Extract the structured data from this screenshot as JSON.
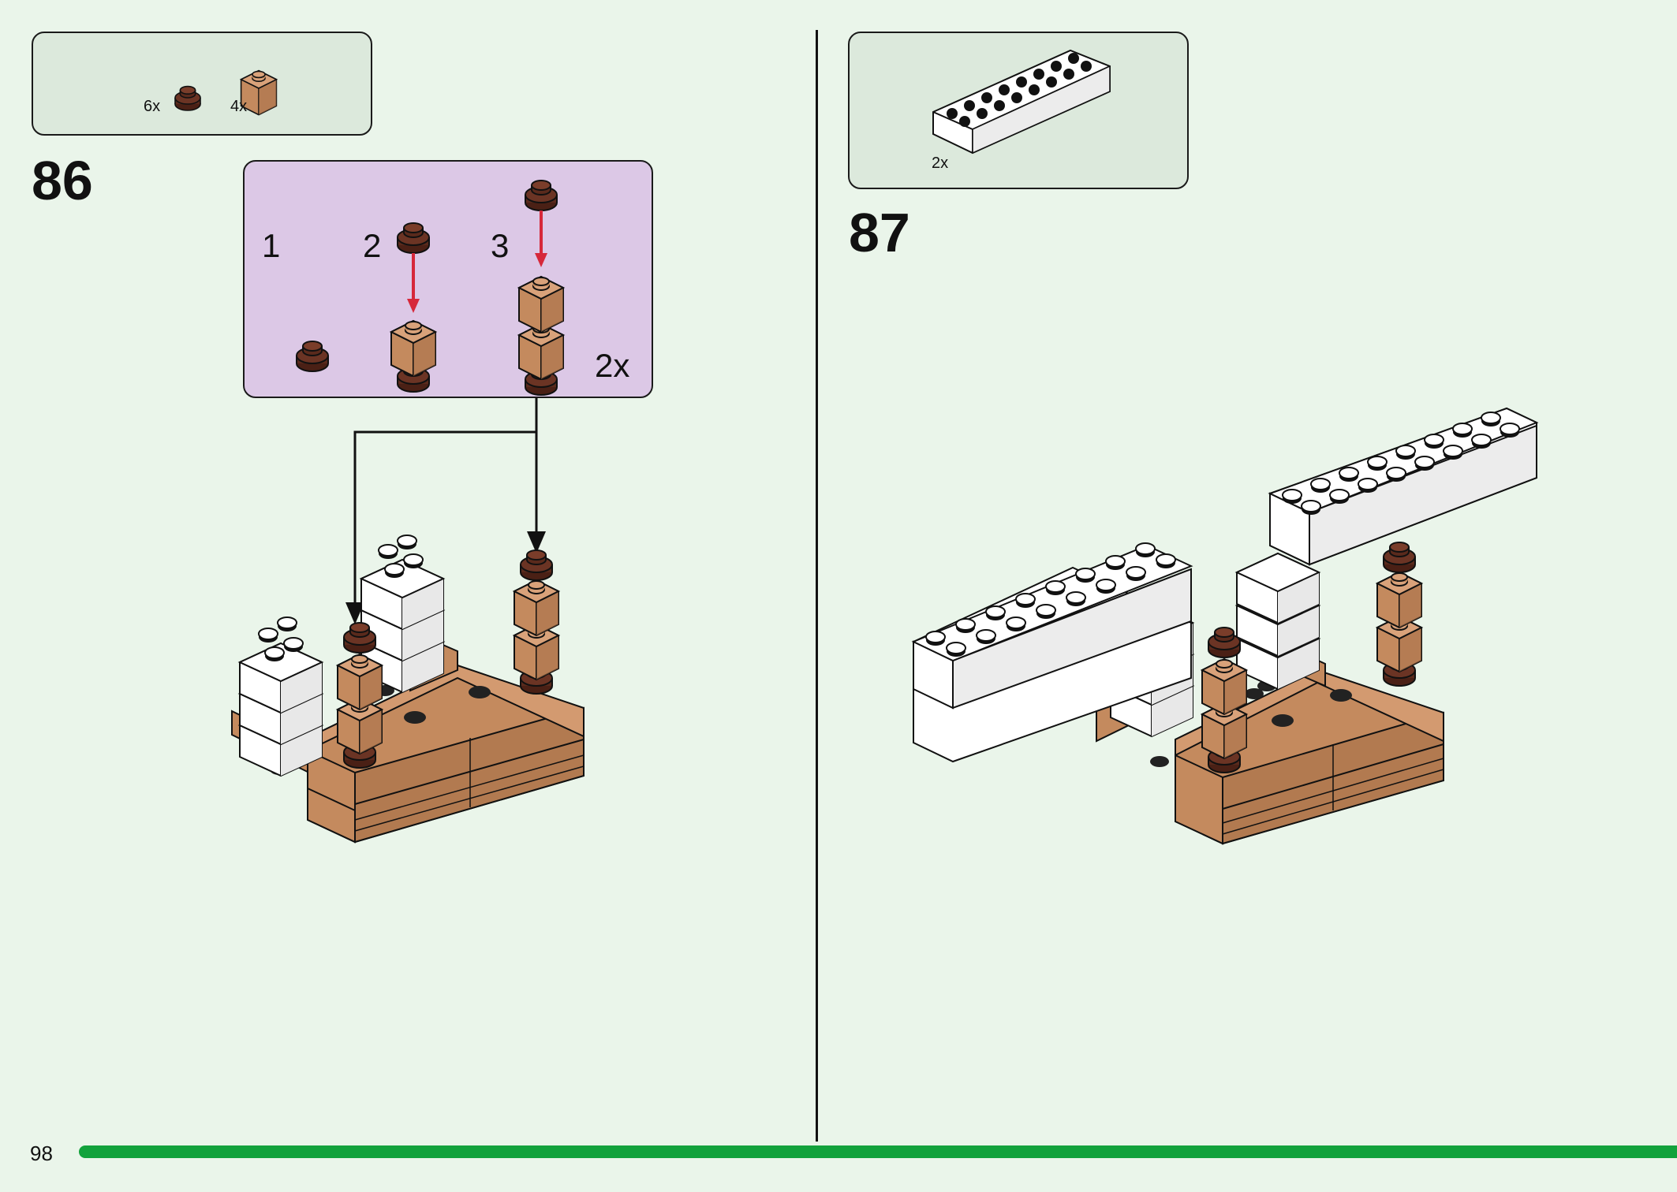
{
  "page": {
    "number": "98"
  },
  "step86": {
    "number": "86",
    "parts": [
      {
        "name": "round-plate-dark-brown",
        "qty": "6x",
        "color": "#5a2a1c"
      },
      {
        "name": "brick-1x1-medium-nougat",
        "qty": "4x",
        "color": "#c48a5e"
      }
    ],
    "substeps": {
      "labels": [
        "1",
        "2",
        "3"
      ],
      "multiplier": "2x"
    }
  },
  "step87": {
    "number": "87",
    "parts": [
      {
        "name": "brick-2x8-white",
        "qty": "2x",
        "color": "#ffffff"
      }
    ]
  },
  "colors": {
    "background": "#eaf5ea",
    "parts_box": "#dce9dc",
    "substep_box": "#dcc8e6",
    "brown": "#c48a5e",
    "dark_brown": "#5a2a1c",
    "arrow_red": "#d6283a",
    "progress_bar": "#12a23c"
  }
}
